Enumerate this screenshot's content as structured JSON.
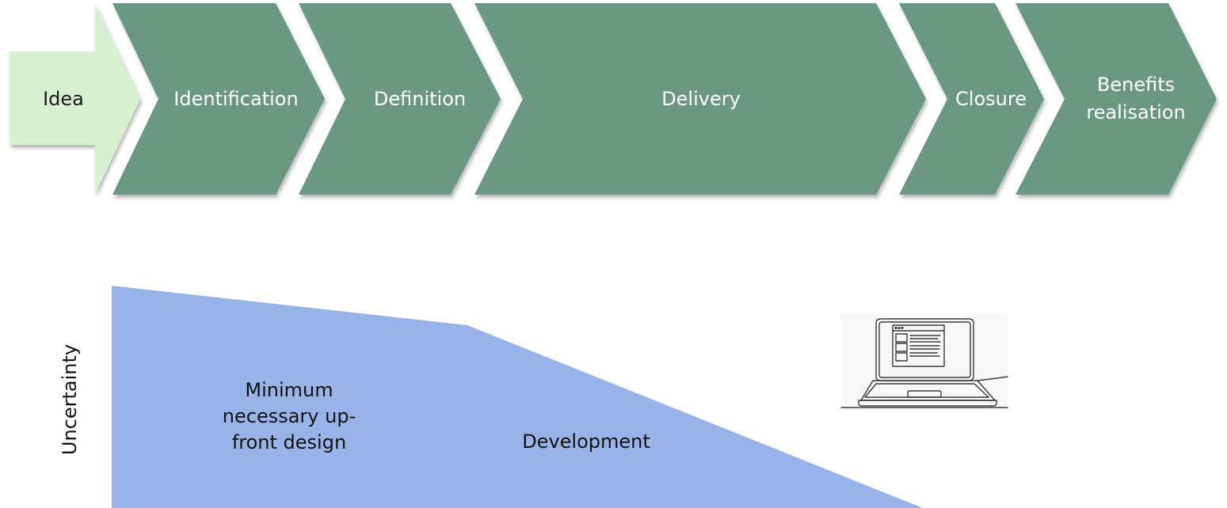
{
  "colors": {
    "phase_fill": "#6b9882",
    "idea_fill": "#d8f1d0",
    "uncertainty_fill": "#98b3e8",
    "phase_text": "#ffffff"
  },
  "process": {
    "idea_label": "Idea",
    "phases": [
      {
        "label": "Identification"
      },
      {
        "label": "Definition"
      },
      {
        "label": "Delivery"
      },
      {
        "label": "Closure"
      },
      {
        "label": "Benefits\nrealisation"
      }
    ]
  },
  "uncertainty": {
    "axis_label": "Uncertainty",
    "regions": [
      {
        "label": "Minimum\nnecessary up-\nfront design"
      },
      {
        "label": "Development"
      }
    ]
  },
  "illustration": {
    "icon": "laptop-icon"
  }
}
